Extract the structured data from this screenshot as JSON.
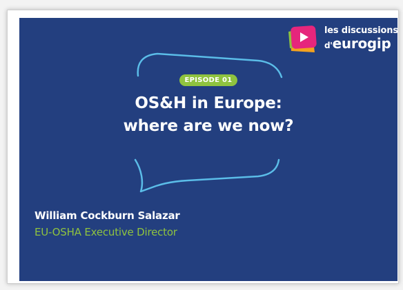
{
  "slide": {
    "background": "#233f7f",
    "accent": "#8fc33f",
    "bubble_color": "#5bbde8"
  },
  "logo": {
    "icon": "play-icon",
    "line1": "les discussions",
    "line2_prefix": "d'",
    "line2_main": "eurogip"
  },
  "episode": {
    "label": "EPISODE 01"
  },
  "title": {
    "line1": "OS&H in Europe:",
    "line2": "where are we now?"
  },
  "speaker": {
    "name": "William Cockburn Salazar",
    "role": "EU-OSHA Executive Director"
  }
}
